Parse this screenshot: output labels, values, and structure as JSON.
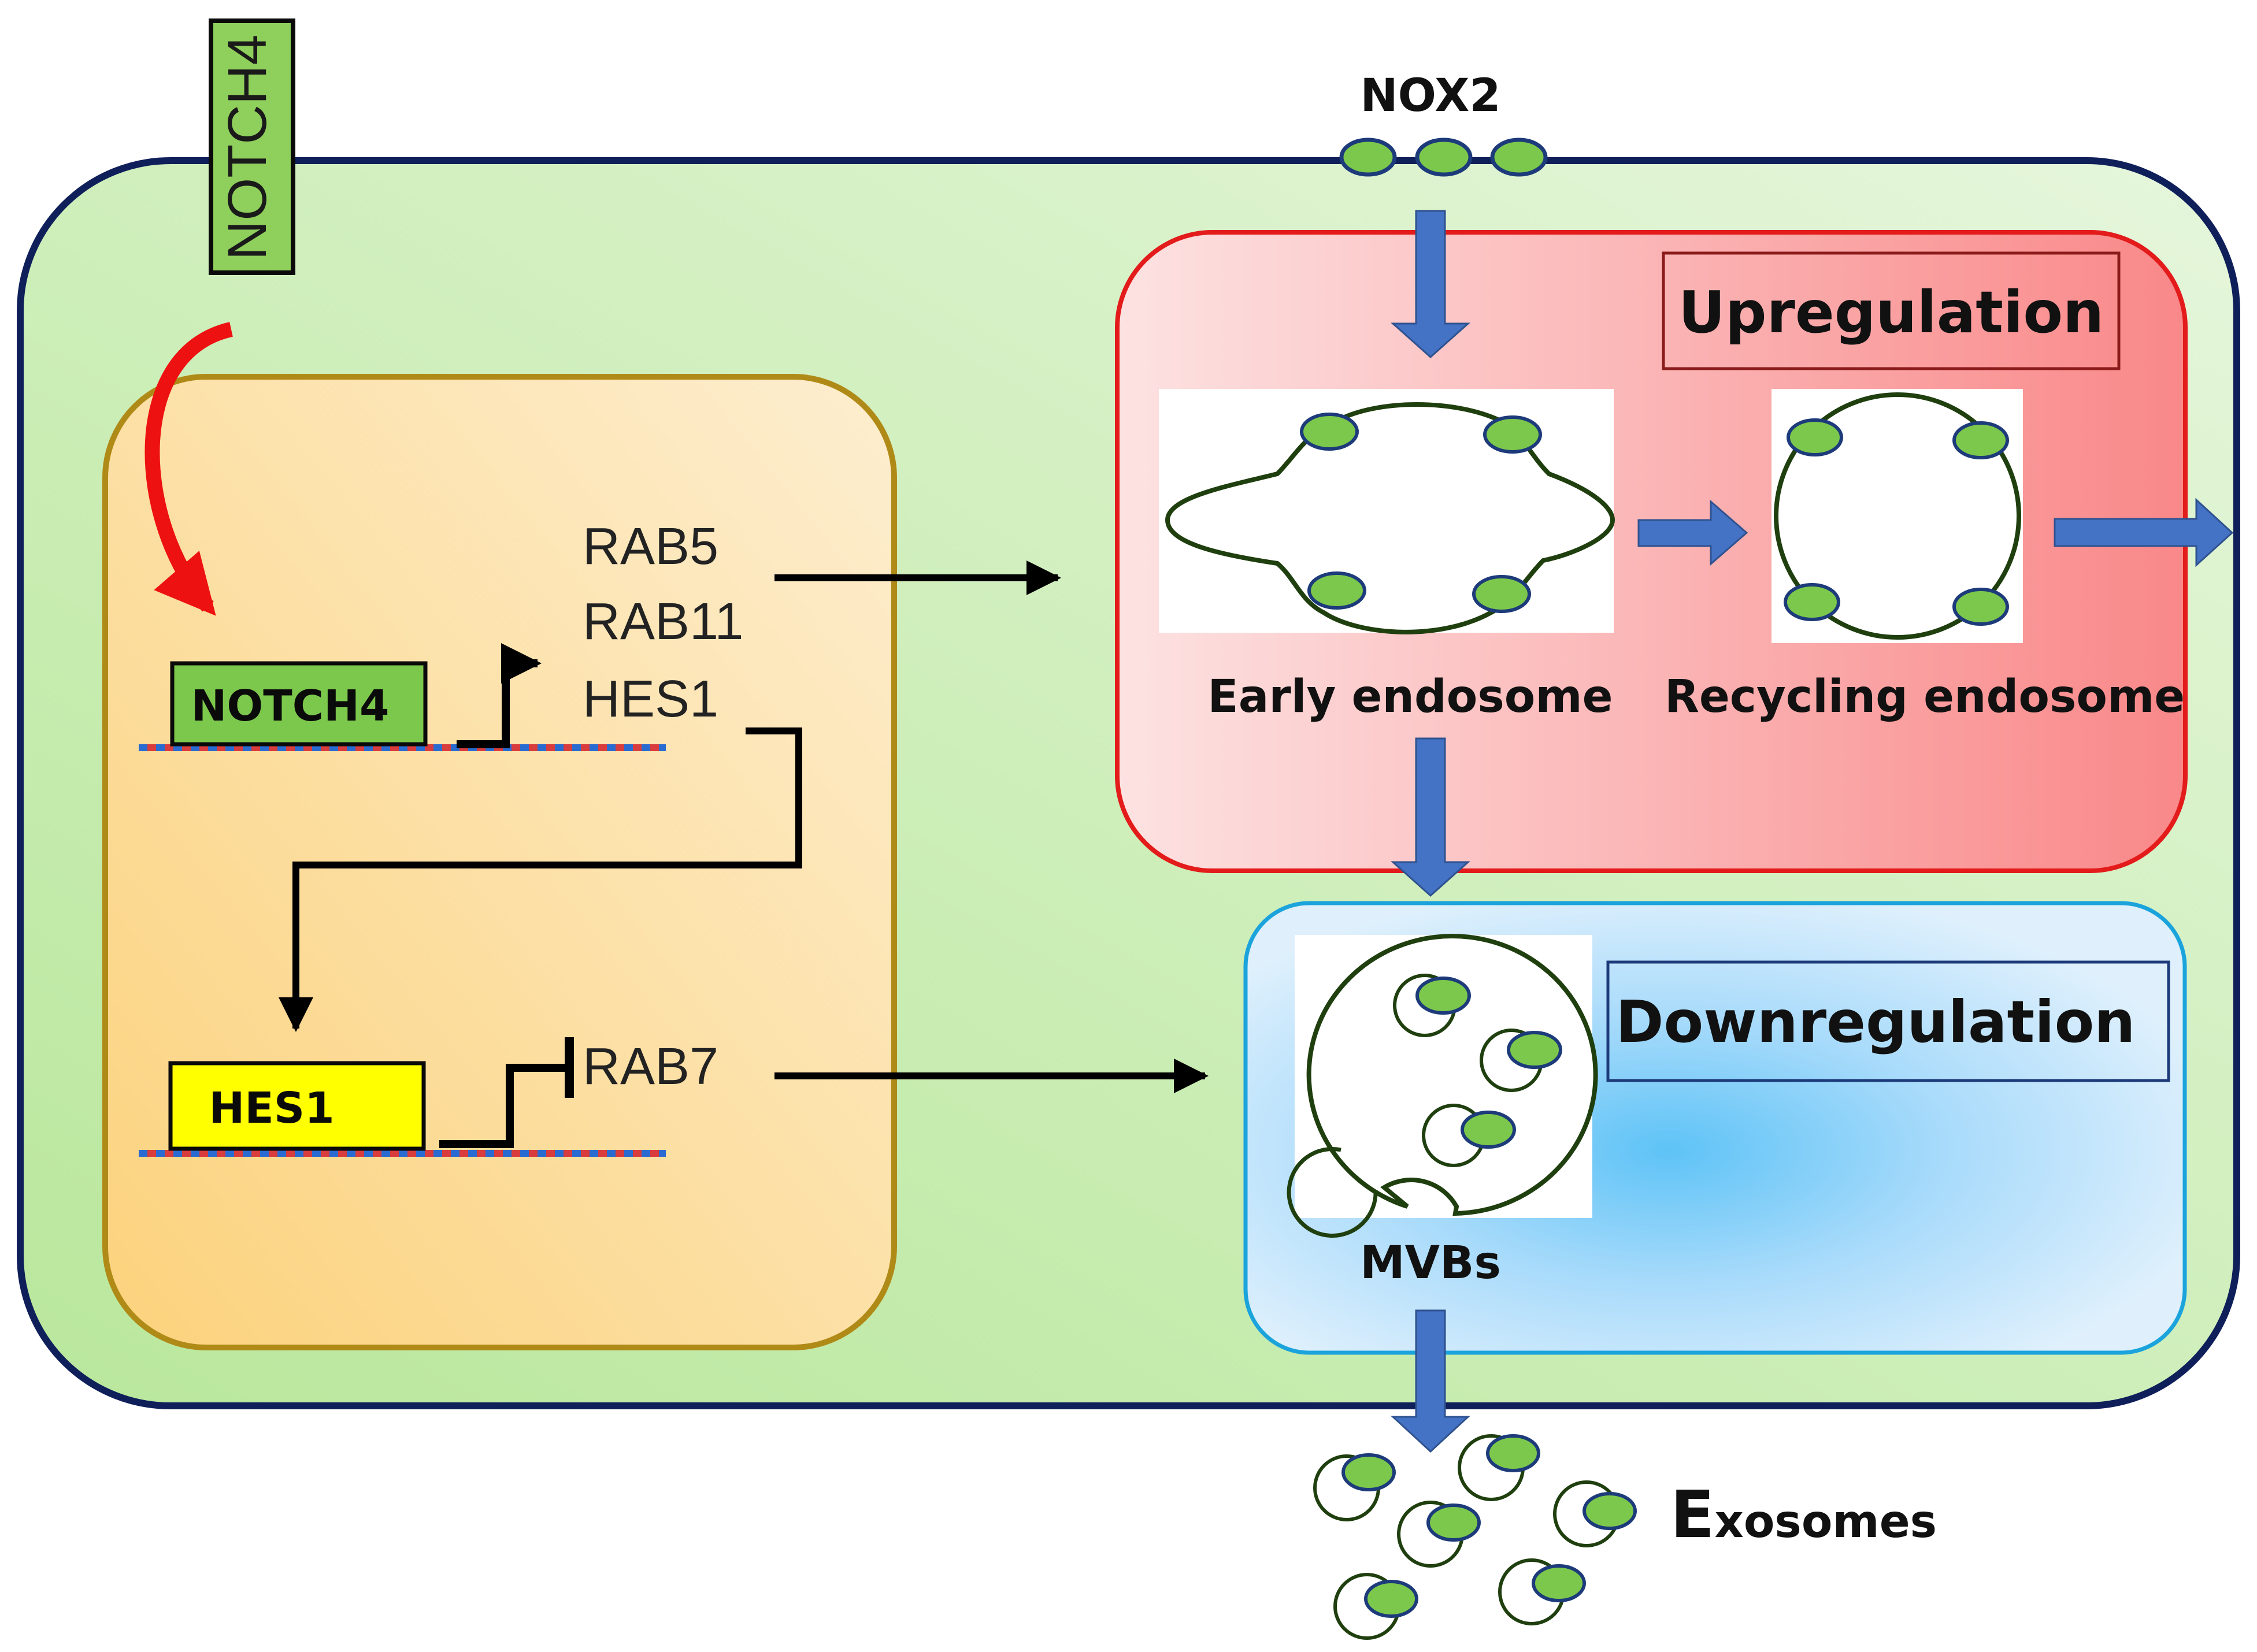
{
  "receptor": {
    "label": "NOTCH4"
  },
  "membrane_protein": {
    "label": "NOX2"
  },
  "genes": {
    "notch4_box": "NOTCH4",
    "hes1_box": "HES1",
    "targets": [
      "RAB5",
      "RAB11",
      "HES1"
    ],
    "repressed_target": "RAB7"
  },
  "compartments": {
    "upregulation": {
      "title": "Upregulation",
      "early_endosome": "Early endosome",
      "recycling_endosome": "Recycling endosome"
    },
    "downregulation": {
      "title": "Downregulation",
      "mvbs": "MVBs"
    }
  },
  "exosomes": {
    "initial": "E",
    "rest": "xosomes"
  },
  "colors": {
    "cell_border": "#0f1f5a",
    "cell_fill": "#cdeeb4",
    "nucleus_border": "#b08a17",
    "nucleus_fill": "#fde2a8",
    "up_border": "#e31b1b",
    "up_fill": "#f9aeb0",
    "down_border": "#1ba3dc",
    "down_fill": "#bfe3fb",
    "vesicle_green": "#7cc84c",
    "arrow_blue": "#4472c4",
    "red_arrow": "#ee1111"
  }
}
